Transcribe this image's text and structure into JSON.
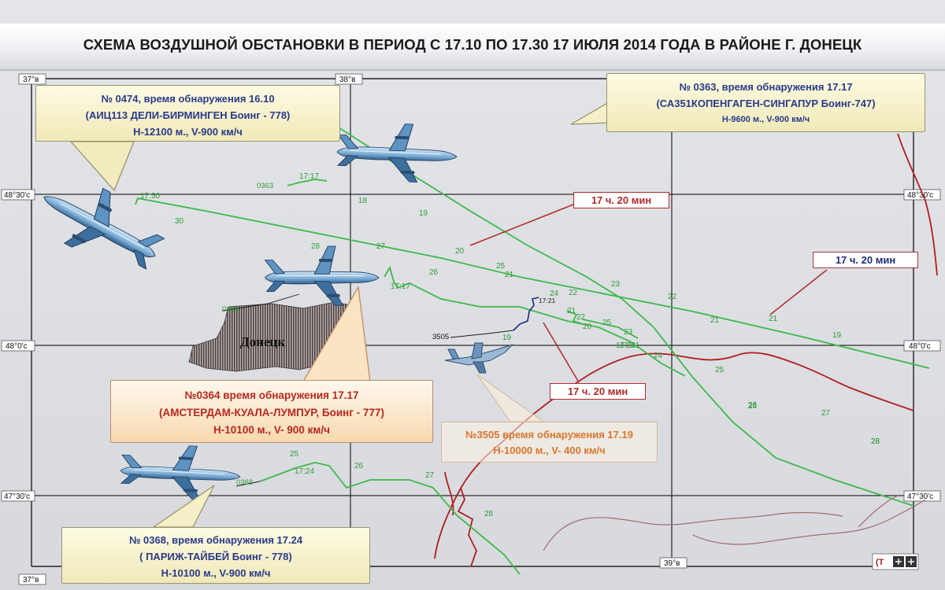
{
  "title": "СХЕМА ВОЗДУШНОЙ ОБСТАНОВКИ В ПЕРИОД С 17.10  ПО 17.30 17 ИЮЛЯ 2014 ГОДА В РАЙОНЕ Г. ДОНЕЦК",
  "grid": {
    "longitudes": [
      "37°в",
      "38°в",
      "39°в"
    ],
    "latitudes": [
      "48°30'с",
      "48°0'с",
      "47°30'с"
    ]
  },
  "city": {
    "name": "Донецк"
  },
  "callouts": [
    {
      "id": "0474",
      "lines": [
        "№ 0474, время обнаружения 16.10",
        "(АИЦ113 ДЕЛИ-БИРМИНГЕН Боинг - 778)",
        "Н-12100 м., V-900 км/ч"
      ]
    },
    {
      "id": "0363",
      "lines": [
        "№ 0363, время обнаружения 17.17",
        "(СА351КОПЕНГАГЕН-СИНГАПУР Боинг-747)",
        "Н-9600 м., V-900 км/ч"
      ]
    },
    {
      "id": "0364",
      "lines": [
        "№0364 время обнаружения 17.17",
        "(АМСТЕРДАМ-КУАЛА-ЛУМПУР, Боинг - 777)",
        "Н-10100 м., V- 900 км/ч"
      ]
    },
    {
      "id": "3505",
      "lines": [
        "№3505 время обнаружения 17.19",
        "Н-10000 м., V- 400 км/ч"
      ]
    },
    {
      "id": "0368",
      "lines": [
        "№ 0368, время обнаружения 17.24",
        "( ПАРИЖ-ТАЙБЕЙ Боинг - 778)",
        "Н-10100 м., V-900 км/ч"
      ]
    }
  ],
  "time_labels": [
    "17 ч. 20 мин",
    "17 ч. 20 мин",
    "17 ч. 20 мин"
  ],
  "track_labels": [
    "0363",
    "0364",
    "3505",
    "0368",
    "17:21"
  ],
  "markers": [
    "17:30",
    "30",
    "18",
    "19",
    "17:17",
    "20",
    "28",
    "27",
    "26",
    "25",
    "21",
    "17:17",
    "24",
    "22",
    "23",
    "22",
    "21",
    "19",
    "17:21",
    "25",
    "21",
    "24",
    "23",
    "22",
    "21",
    "28",
    "26",
    "19",
    "17:24",
    "25",
    "17:24",
    "26",
    "27",
    "28",
    "25",
    "26",
    "27",
    "28",
    "20"
  ],
  "colors": {
    "track": "#3fb84a",
    "route": "#b01e1e",
    "time_box_border": "#b02a2a",
    "callout_blue_text": "#2a3a8a",
    "callout_red_text": "#b8281e",
    "callout_orange_text": "#d9762e",
    "aircraft_body": "#7fb0d8"
  },
  "icons": [
    "airliner-icon",
    "fighter-jet-icon",
    "map-toolbar-icons"
  ]
}
